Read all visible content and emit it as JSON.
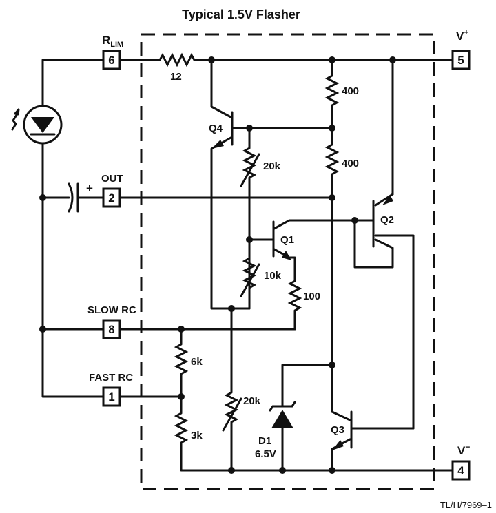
{
  "title": "Typical 1.5V Flasher",
  "pins": {
    "rlim": {
      "number": "6",
      "label": "RLIM",
      "label_main": "R",
      "label_sub": "LIM"
    },
    "vplus": {
      "number": "5",
      "label": "V+",
      "label_main": "V",
      "label_sup": "+"
    },
    "out": {
      "number": "2",
      "label": "OUT"
    },
    "slow_rc": {
      "number": "8",
      "label": "SLOW RC"
    },
    "fast_rc": {
      "number": "1",
      "label": "FAST RC"
    },
    "vminus": {
      "number": "4",
      "label": "V−",
      "label_main": "V",
      "label_sup": "−"
    }
  },
  "components": {
    "r12": "12",
    "r400a": "400",
    "r400b": "400",
    "r20k_a": "20k",
    "r10k": "10k",
    "r100": "100",
    "r6k": "6k",
    "r3k": "3k",
    "r20k_b": "20k",
    "q1": "Q1",
    "q2": "Q2",
    "q3": "Q3",
    "q4": "Q4",
    "d1": "D1",
    "d1_voltage": "6.5V",
    "cap_polarity": "+"
  },
  "footnote": "TL/H/7969–1"
}
